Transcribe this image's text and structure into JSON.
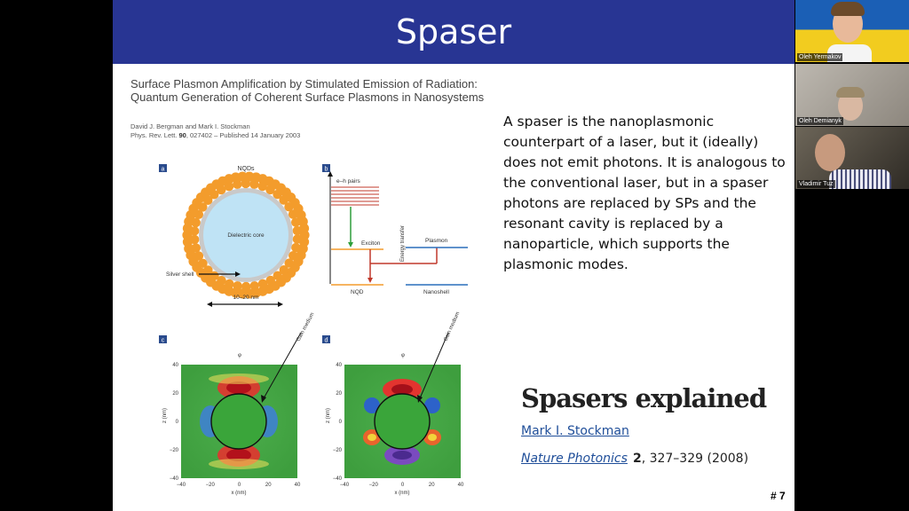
{
  "slide": {
    "title": "Spaser",
    "paper": {
      "title": "Surface Plasmon Amplification by Stimulated Emission of Radiation: Quantum Generation of Coherent Surface Plasmons in Nanosystems",
      "authors": "David J. Bergman and Mark I. Stockman",
      "journal": "Phys. Rev. Lett.",
      "volume": "90",
      "pages_published": ", 027402 – Published 14 January 2003"
    },
    "figure": {
      "panel_a": {
        "label": "a",
        "nqds": "NQDs",
        "core": "Dielectric core",
        "shell": "Silver shell",
        "size": "10–20 nm"
      },
      "panel_b": {
        "label": "b",
        "eh_pairs": "e–h pairs",
        "exciton": "Exciton",
        "energy_transfer": "Energy transfer",
        "plasmon": "Plasmon",
        "nqd": "NQD",
        "nanoshell": "Nanoshell"
      },
      "panel_c": {
        "label": "c",
        "phi": "φ",
        "gain": "Gain medium"
      },
      "panel_d": {
        "label": "d",
        "phi": "φ",
        "gain": "Gain medium"
      },
      "y_axis_label": "z (nm)",
      "x_axis_label": "x (nm)",
      "y_ticks": [
        "40",
        "20",
        "0",
        "−20",
        "−40"
      ],
      "x_ticks": [
        "−40",
        "−20",
        "0",
        "20",
        "40"
      ]
    },
    "body_text": "A spaser is the nanoplasmonic counterpart of a laser, but it (ideally) does not emit photons. It is analogous to the conventional laser, but in a spaser photons are replaced by SPs and the resonant cavity is replaced by a nanoparticle, which supports the plasmonic modes.",
    "reference": {
      "heading": "Spasers explained",
      "author": "Mark I. Stockman",
      "journal": "Nature Photonics",
      "volume": "2",
      "pages": ", 327–329 (2008)"
    },
    "slide_number": "# 7"
  },
  "participants": [
    {
      "name": "Oleh Yermakov"
    },
    {
      "name": "Oleh Demianyk"
    },
    {
      "name": "Vladimir Tuz"
    }
  ],
  "colors": {
    "title_bar": "#283593",
    "nqd_orange": "#f39c2c",
    "core_blue": "#bfe3f5",
    "link_blue": "#1f4e99"
  }
}
